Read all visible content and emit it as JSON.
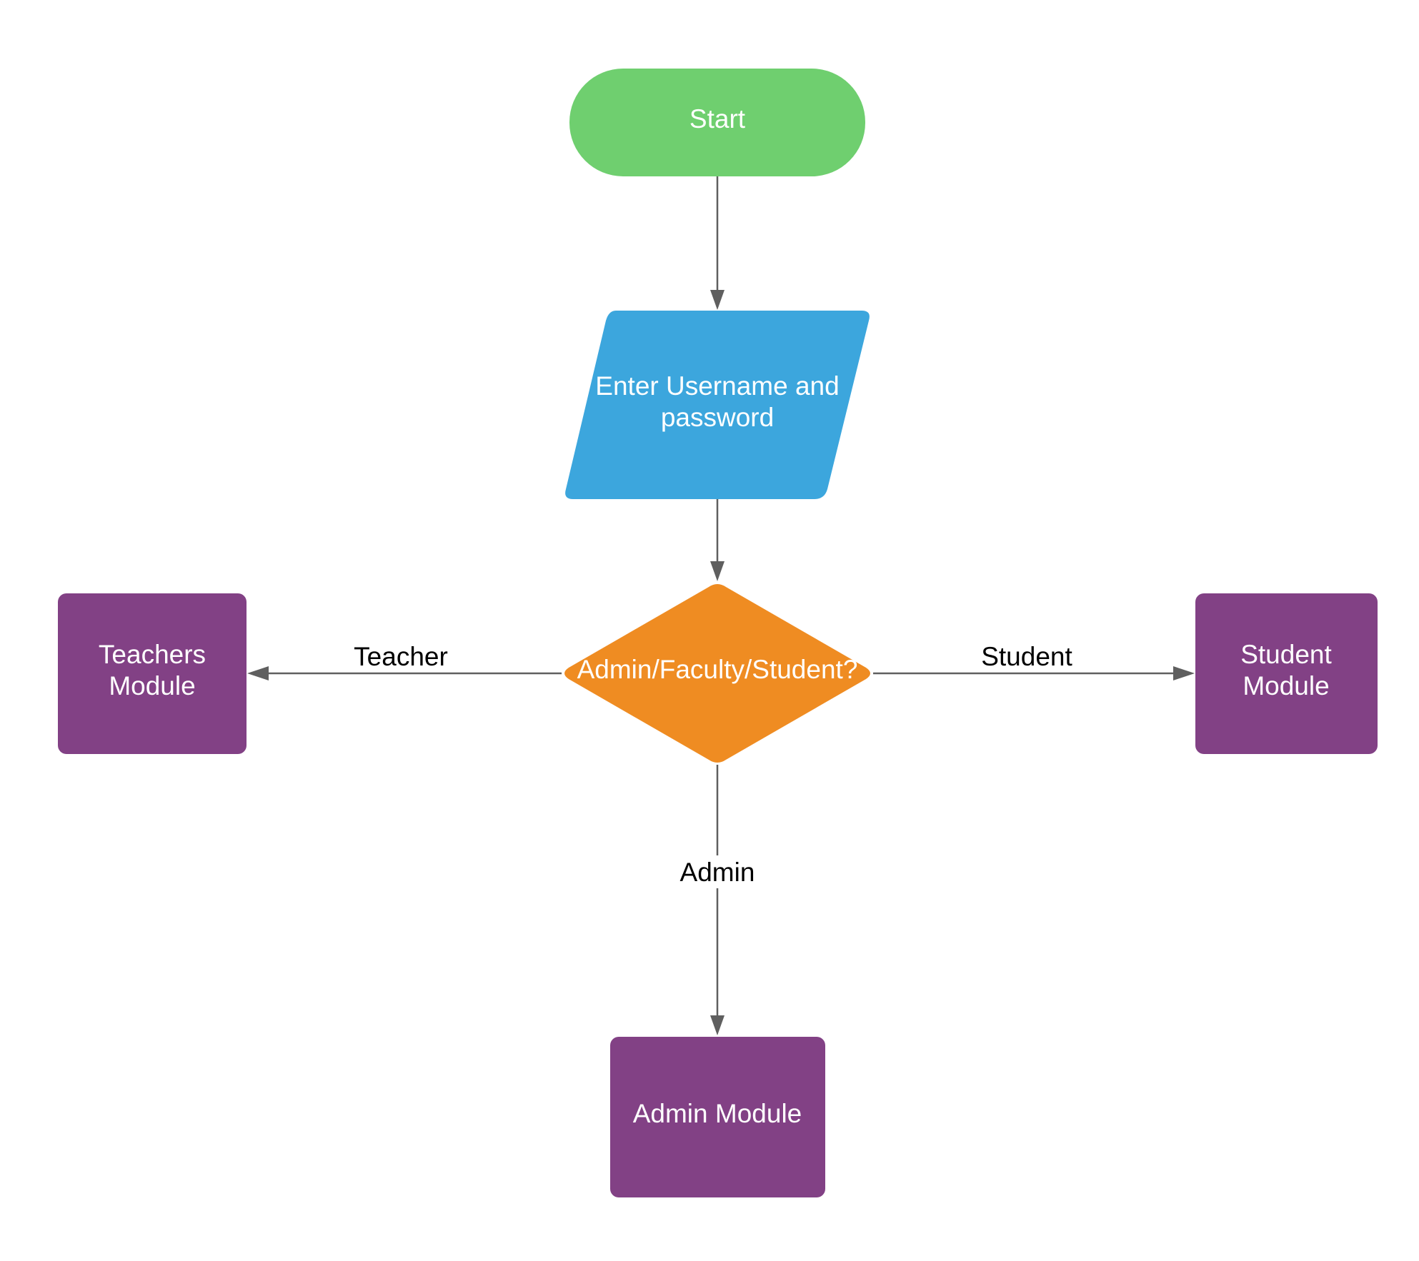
{
  "colors": {
    "start": "#6fcf6f",
    "input": "#3ca6dd",
    "decision": "#ef8c22",
    "module": "#824185",
    "edge": "#5f5f5f",
    "node_text": "#ffffff",
    "edge_text": "#000000"
  },
  "nodes": {
    "start": {
      "label": "Start",
      "shape": "terminator"
    },
    "input": {
      "line1": "Enter Username and",
      "line2": "password",
      "shape": "parallelogram"
    },
    "decision": {
      "label": "Admin/Faculty/Student?",
      "shape": "diamond"
    },
    "teachers": {
      "line1": "Teachers",
      "line2": "Module",
      "shape": "rectangle"
    },
    "student": {
      "line1": "Student",
      "line2": "Module",
      "shape": "rectangle"
    },
    "admin": {
      "label": "Admin Module",
      "shape": "rectangle"
    }
  },
  "edges": {
    "teacher": {
      "label": "Teacher",
      "from": "decision",
      "to": "teachers"
    },
    "student": {
      "label": "Student",
      "from": "decision",
      "to": "student"
    },
    "admin": {
      "label": "Admin",
      "from": "decision",
      "to": "admin"
    }
  }
}
